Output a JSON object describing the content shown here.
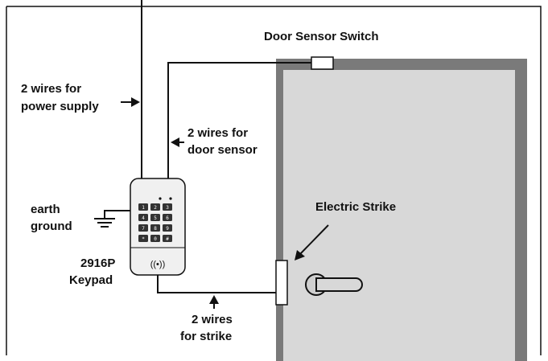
{
  "labels": {
    "door_sensor_switch": "Door Sensor Switch",
    "power_line1": "2 wires for",
    "power_line2": "power supply",
    "sensor_line1": "2 wires for",
    "sensor_line2": "door sensor",
    "earth_line1": "earth",
    "earth_line2": "ground",
    "model_line1": "2916P",
    "model_line2": "Keypad",
    "strike_line1": "2 wires",
    "strike_line2": "for strike",
    "electric_strike": "Electric Strike"
  },
  "keypad": {
    "keys": [
      "1",
      "2",
      "3",
      "4",
      "5",
      "6",
      "7",
      "8",
      "9",
      "*",
      "0",
      "#"
    ],
    "rfid_symbol": "((•))"
  },
  "colors": {
    "door_frame": "#7a7a7a",
    "door_panel": "#d8d8d8",
    "wire": "#111111",
    "keypad_body": "#f0f0f0",
    "key": "#333333"
  }
}
